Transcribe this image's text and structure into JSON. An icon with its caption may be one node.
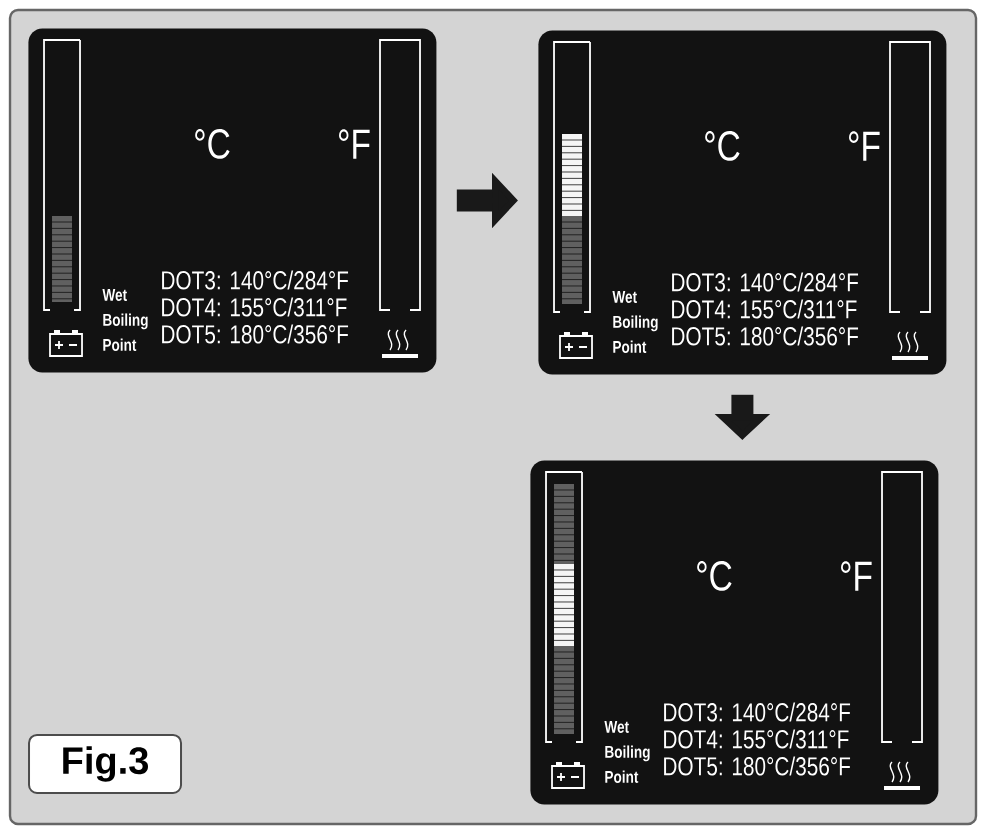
{
  "diagram": {
    "caption": "Fig.3",
    "nodes": [
      {
        "text": [
          "°C",
          "°F",
          "Wet Boiling Point",
          "DOT3: 140°C/284°F",
          "DOT4: 155°C/311°F",
          "DOT5: 180°C/356°F"
        ]
      },
      {
        "text": [
          "°C",
          "°F",
          "Wet Boiling Point",
          "DOT3: 140°C/284°F",
          "DOT4: 155°C/311°F",
          "DOT5: 180°C/356°F"
        ]
      },
      {
        "text": [
          "°C",
          "°F",
          "Wet Boiling Point",
          "DOT3: 140°C/284°F",
          "DOT4: 155°C/311°F",
          "DOT5: 180°C/356°F"
        ]
      }
    ],
    "edges": [
      {
        "from": 0,
        "to": 1,
        "arrow": "to"
      },
      {
        "from": 1,
        "to": 2,
        "arrow": "to"
      }
    ]
  }
}
